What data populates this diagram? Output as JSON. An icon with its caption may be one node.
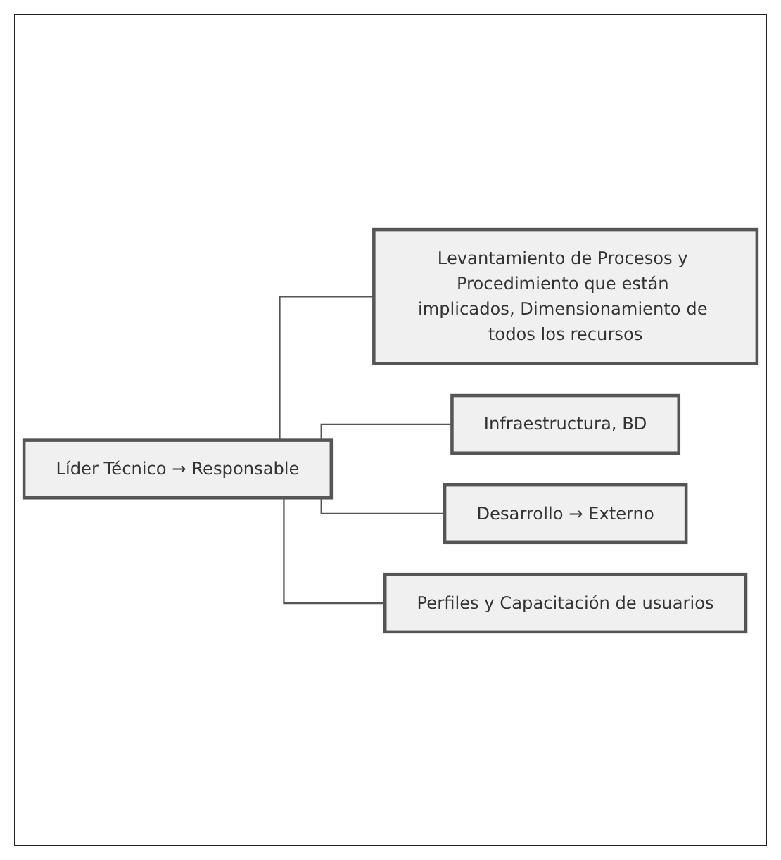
{
  "diagram": {
    "nodes": [
      {
        "text": [
          "Líder Técnico → Responsable"
        ]
      },
      {
        "text": [
          "Levantamiento de Procesos y Procedimiento que están implicados, Dimensionamiento de todos los recursos"
        ]
      },
      {
        "text": [
          "Infraestructura, BD"
        ]
      },
      {
        "text": [
          "Desarrollo → Externo"
        ]
      },
      {
        "text": [
          "Perfiles y Capacitación de usuarios"
        ]
      }
    ],
    "edges": [
      {
        "from": 0,
        "to": 1,
        "arrow": "none"
      },
      {
        "from": 0,
        "to": 2,
        "arrow": "none"
      },
      {
        "from": 0,
        "to": 3,
        "arrow": "none"
      },
      {
        "from": 0,
        "to": 4,
        "arrow": "none"
      }
    ]
  }
}
